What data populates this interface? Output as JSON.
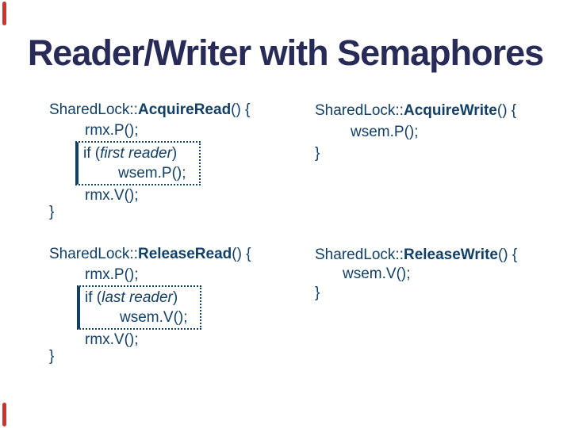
{
  "slide": {
    "title": "Reader/Writer with Semaphores",
    "colors": {
      "background": "#ffffff",
      "title_text": "#282b57",
      "code_text": "#123f66",
      "highlight_box_border": "#123f66",
      "corner_mark": "#cc3333"
    }
  },
  "blocks": {
    "acquire_read": {
      "header_prefix": "SharedLock::",
      "header_bold": "AcquireRead",
      "header_suffix": "() {",
      "body_line_1": "rmx.P();",
      "if_prefix": "if (",
      "if_italic": "first reader",
      "if_suffix": ")",
      "boxed_call": "wsem.P();",
      "body_line_2": "rmx.V();",
      "closing_brace": "}"
    },
    "acquire_write": {
      "header_prefix": "SharedLock::",
      "header_bold": "AcquireWrite",
      "header_suffix": "() {",
      "body_line_1": "wsem.P();",
      "closing_brace": "}"
    },
    "release_read": {
      "header_prefix": "SharedLock::",
      "header_bold": "ReleaseRead",
      "header_suffix": "() {",
      "body_line_1": "rmx.P();",
      "if_prefix": "if (",
      "if_italic": "last reader",
      "if_suffix": ")",
      "boxed_call": "wsem.V();",
      "body_line_2": "rmx.V();",
      "closing_brace": "}"
    },
    "release_write": {
      "header_prefix": "SharedLock::",
      "header_bold": "ReleaseWrite",
      "header_suffix": "() {",
      "body_line_1": "wsem.V();",
      "closing_brace": "}"
    }
  }
}
